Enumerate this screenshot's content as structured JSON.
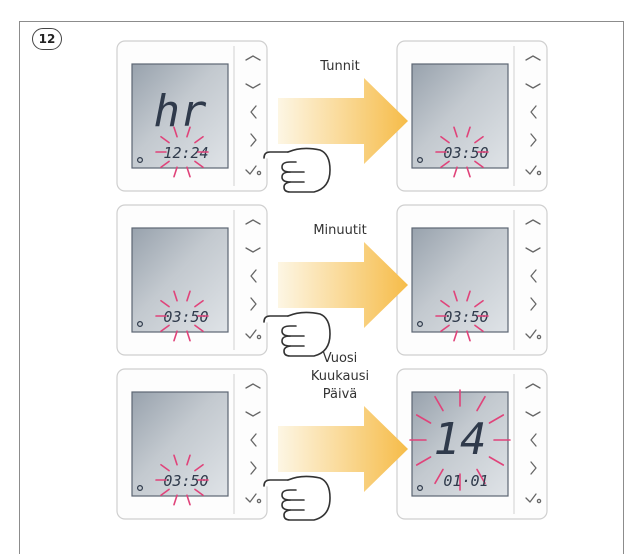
{
  "step": {
    "number": "12"
  },
  "rows": [
    {
      "label_lines": [
        "Tunnit"
      ],
      "left": {
        "big": "hr",
        "small": "12:24",
        "small_flash": true
      },
      "right": {
        "big": "",
        "small": "03:50",
        "small_flash": true,
        "big_flash": false
      }
    },
    {
      "label_lines": [
        "Minuutit"
      ],
      "left": {
        "big": "",
        "small": "03:50",
        "small_flash": true
      },
      "right": {
        "big": "",
        "small": "03:50",
        "small_flash": true,
        "big_flash": false
      }
    },
    {
      "label_lines": [
        "Vuosi",
        "Kuukausi",
        "Päivä"
      ],
      "left": {
        "big": "",
        "small": "03:50",
        "small_flash": true
      },
      "right": {
        "big": "14",
        "small": "01·01",
        "small_flash": false,
        "big_flash": true
      }
    }
  ],
  "device_buttons": [
    "chevron-up-icon",
    "chevron-down-icon",
    "chevron-left-icon",
    "chevron-right-icon",
    "check-icon"
  ],
  "colors": {
    "screen": "#c3c9cf",
    "screen_dark": "#98a2ad",
    "digits": "#2f3a4b",
    "flash": "#e0437a",
    "arrow_start": "#fdf6e4",
    "arrow_end": "#f6bc49"
  }
}
